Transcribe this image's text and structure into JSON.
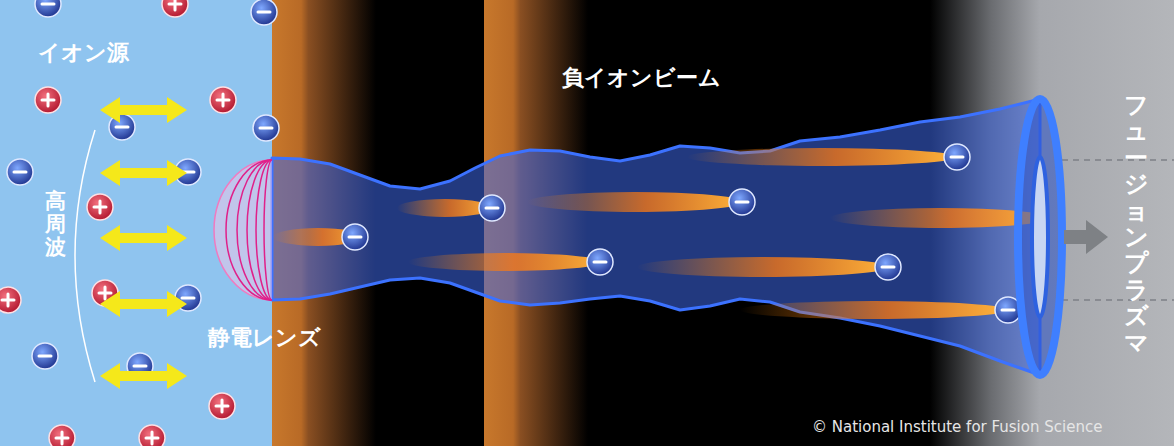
{
  "diagram": {
    "nodes": [
      {
        "text": [
          "イオン源",
          "高周波"
        ]
      },
      {
        "text": [
          "負イオンビーム"
        ]
      },
      {
        "text": [
          "フュージョンプラズマ"
        ]
      }
    ],
    "edges": [
      {
        "from": 1,
        "to": 2,
        "arrow": "to"
      }
    ],
    "labels": [
      "静電レンズ",
      "© National Institute for Fusion Science"
    ]
  }
}
